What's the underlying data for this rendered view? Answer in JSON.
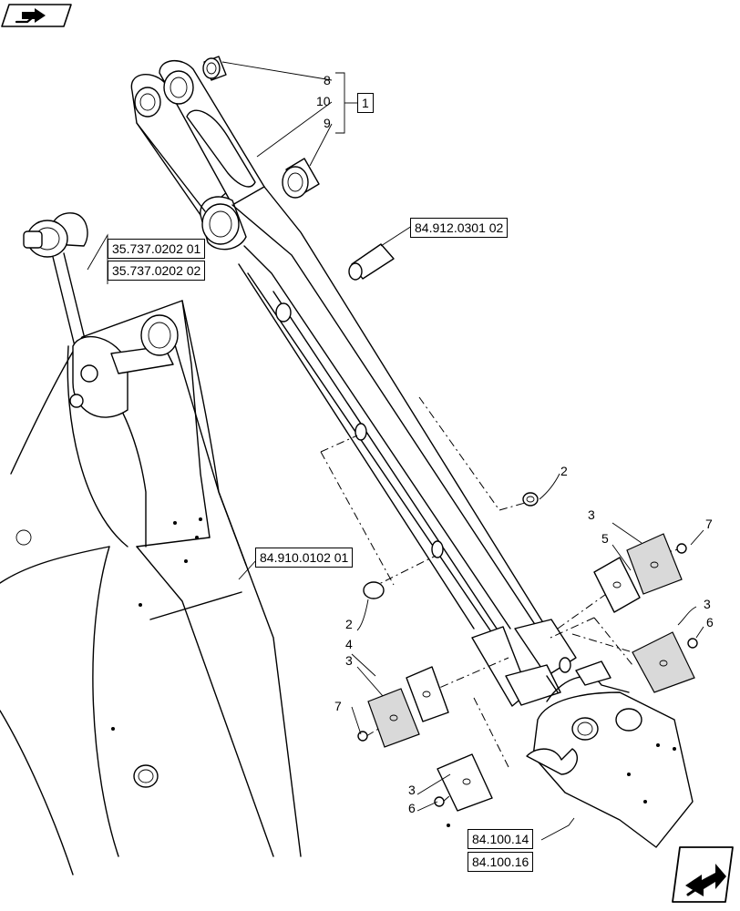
{
  "callouts": {
    "c8": "8",
    "c10": "10",
    "c9": "9",
    "c1": "1",
    "c2a": "2",
    "c2b": "2",
    "c3a": "3",
    "c3b": "3",
    "c3c": "3",
    "c3d": "3",
    "c4": "4",
    "c5": "5",
    "c6a": "6",
    "c6b": "6",
    "c7a": "7",
    "c7b": "7"
  },
  "references": {
    "ref_pin": "84.912.0301 02",
    "ref_cyl_1": "35.737.0202 01",
    "ref_cyl_2": "35.737.0202 02",
    "ref_boom": "84.910.0102 01",
    "ref_bucket_1": "84.100.14",
    "ref_bucket_2": "84.100.16"
  },
  "icons": [
    "nav-back-icon",
    "nav-forward-icon"
  ]
}
